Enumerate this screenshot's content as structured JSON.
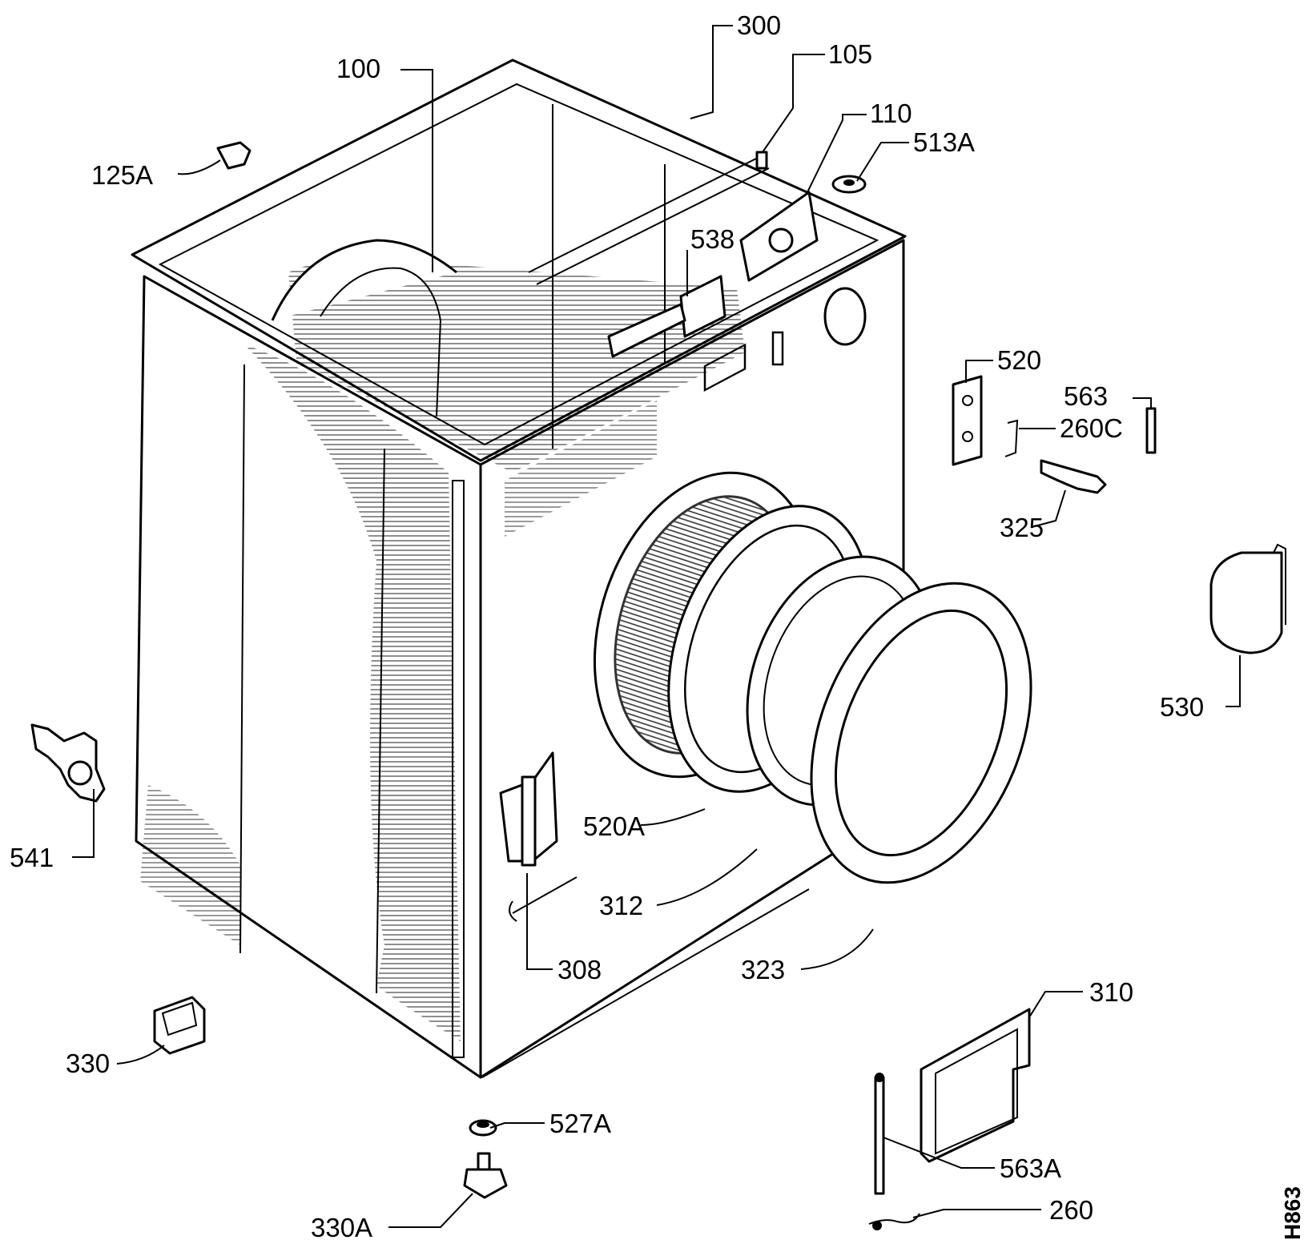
{
  "diagram": {
    "drawing_code": "H863",
    "labels": [
      {
        "id": "l300",
        "text": "300"
      },
      {
        "id": "l105",
        "text": "105"
      },
      {
        "id": "l100",
        "text": "100"
      },
      {
        "id": "l110",
        "text": "110"
      },
      {
        "id": "l513a",
        "text": "513A"
      },
      {
        "id": "l125a",
        "text": "125A"
      },
      {
        "id": "l538",
        "text": "538"
      },
      {
        "id": "l520",
        "text": "520"
      },
      {
        "id": "l563",
        "text": "563"
      },
      {
        "id": "l260c",
        "text": "260C"
      },
      {
        "id": "l325",
        "text": "325"
      },
      {
        "id": "l530",
        "text": "530"
      },
      {
        "id": "l541",
        "text": "541"
      },
      {
        "id": "l520a",
        "text": "520A"
      },
      {
        "id": "l312",
        "text": "312"
      },
      {
        "id": "l308",
        "text": "308"
      },
      {
        "id": "l323",
        "text": "323"
      },
      {
        "id": "l310",
        "text": "310"
      },
      {
        "id": "l330",
        "text": "330"
      },
      {
        "id": "l527a",
        "text": "527A"
      },
      {
        "id": "l563a",
        "text": "563A"
      },
      {
        "id": "l260",
        "text": "260"
      },
      {
        "id": "l330a",
        "text": "330A"
      }
    ]
  }
}
